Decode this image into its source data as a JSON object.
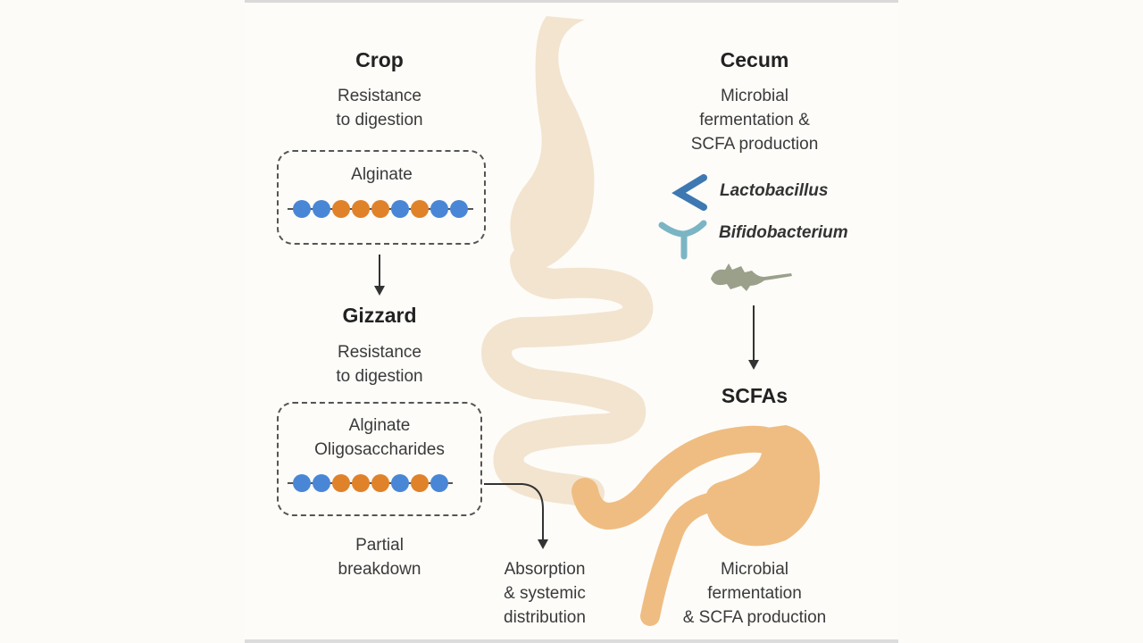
{
  "colors": {
    "upper_gut": "#f3e4cf",
    "lower_gut": "#efbd82",
    "alginate_blue": "#4a86d6",
    "alginate_orange": "#e0822a",
    "lactobacillus": "#3e78b2",
    "bifidobacterium": "#7bb5c4",
    "microbe_grey": "#9aa08a",
    "arrow": "#333333"
  },
  "crop": {
    "title": "Crop",
    "line1": "Resistance",
    "line2": "to digestion",
    "box_label": "Alginate",
    "chain": [
      "blue",
      "blue",
      "orange",
      "orange",
      "orange",
      "blue",
      "orange",
      "blue",
      "blue"
    ]
  },
  "gizzard": {
    "title": "Gizzard",
    "line1": "Resistance",
    "line2": "to digestion",
    "box_label1": "Alginate",
    "box_label2": "Oligosaccharides",
    "chain": [
      "blue",
      "blue",
      "orange",
      "orange",
      "orange",
      "blue",
      "orange",
      "blue"
    ],
    "below1": "Partial",
    "below2": "breakdown"
  },
  "absorption": {
    "line1": "Absorption",
    "line2": "& systemic",
    "line3": "distribution"
  },
  "cecum": {
    "title": "Cecum",
    "line1": "Microbial",
    "line2": "fermentation &",
    "line3": "SCFA production",
    "bacteria": [
      {
        "name": "Lactobacillus",
        "icon": "lactobacillus-icon"
      },
      {
        "name": "Bifidobacterium",
        "icon": "bifidobacterium-icon"
      }
    ]
  },
  "scfa": {
    "title": "SCFAs"
  },
  "bottom_right": {
    "line1": "Microbial",
    "line2": "fermentation",
    "line3": "& SCFA production"
  }
}
